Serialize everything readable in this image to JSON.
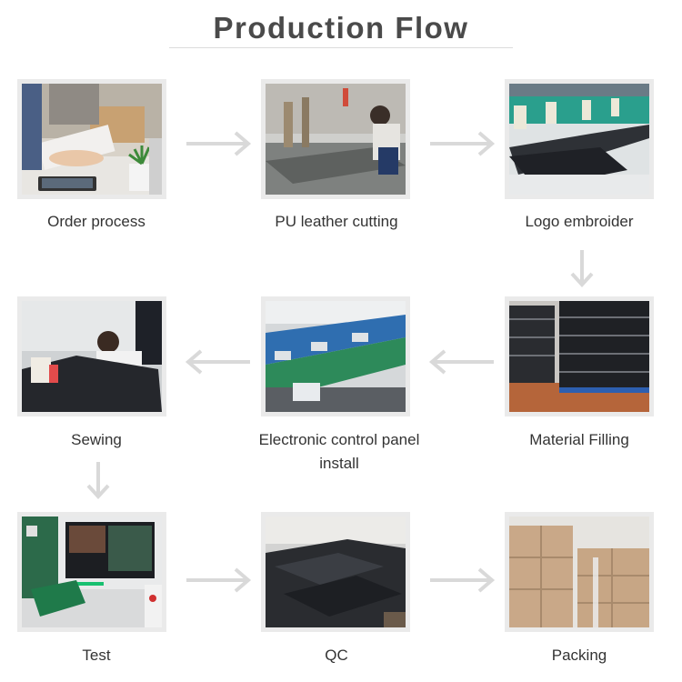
{
  "title": "Production Flow",
  "steps": [
    {
      "label": "Order process"
    },
    {
      "label": "PU leather cutting"
    },
    {
      "label": "Logo embroider"
    },
    {
      "label": "Material Filling"
    },
    {
      "label": "Electronic control panel install"
    },
    {
      "label": "Sewing"
    },
    {
      "label": "Test"
    },
    {
      "label": "QC"
    },
    {
      "label": "Packing"
    }
  ],
  "colors": {
    "arrow": "#d9d9d9",
    "frame": "#eaeaea",
    "title": "#4a4a4a"
  }
}
